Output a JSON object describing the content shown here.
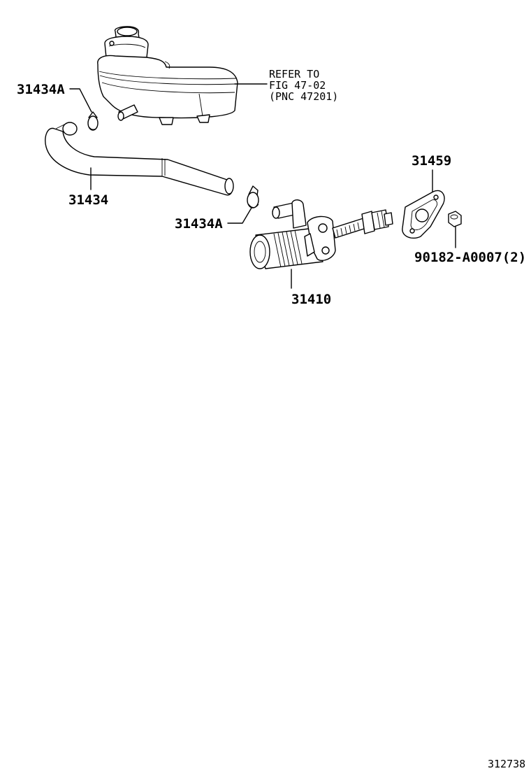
{
  "diagram": {
    "labels": {
      "clamp_upper": "31434A",
      "hose": "31434",
      "clamp_lower": "31434A",
      "master_cylinder": "31410",
      "gasket": "31459",
      "nut": "90182-A0007(2)"
    },
    "reservoir_reference": [
      "REFER TO",
      "FIG 47-02",
      "(PNC 47201)"
    ],
    "illustration_number": "312738"
  }
}
